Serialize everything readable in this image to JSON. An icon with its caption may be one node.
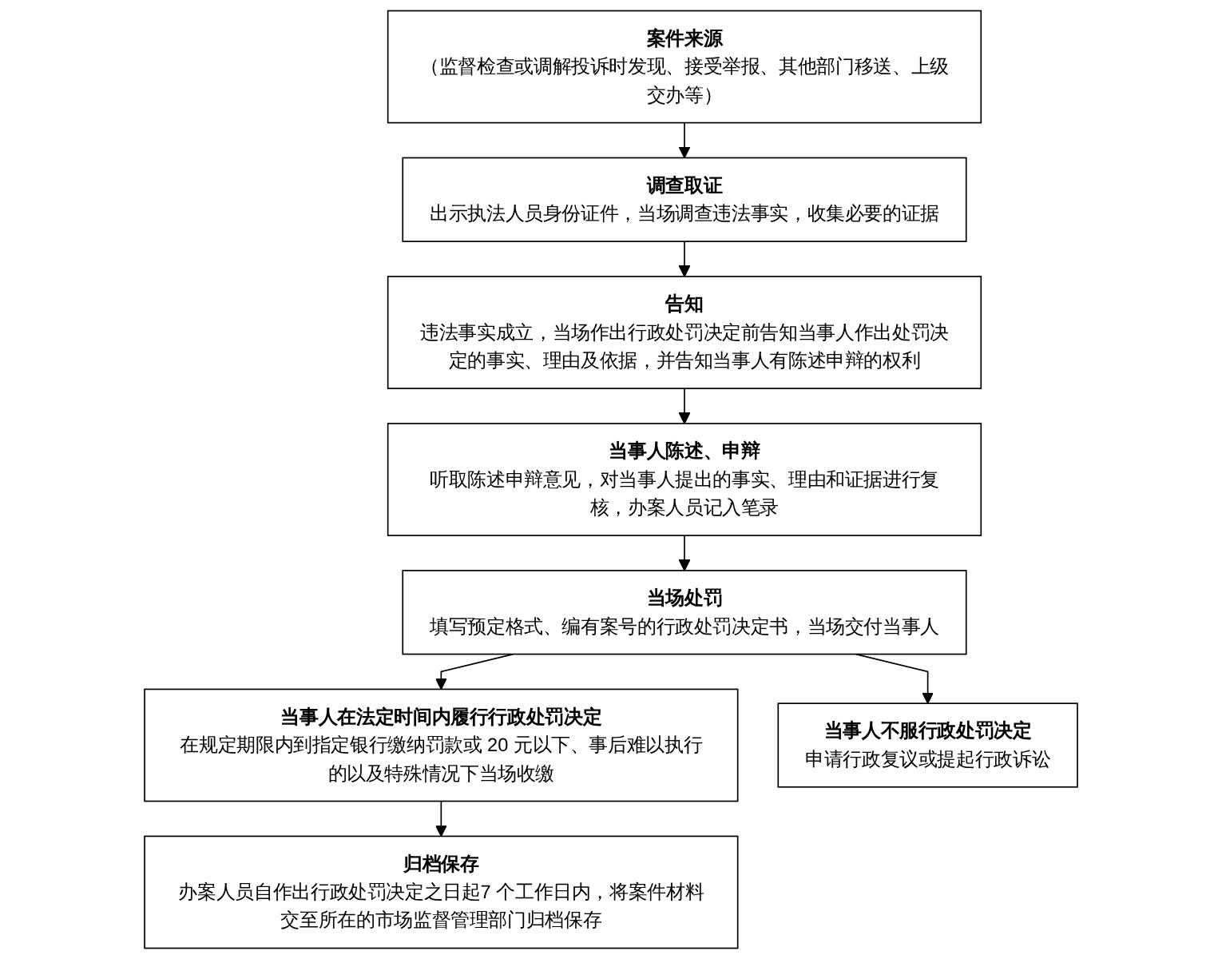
{
  "diagram": {
    "nodes": [
      {
        "text": [
          "案件来源",
          "（监督检查或调解投诉时发现、接受举报、其他部门移送、上级交办等）"
        ]
      },
      {
        "text": [
          "调查取证",
          "出示执法人员身份证件，当场调查违法事实，收集必要的证据"
        ]
      },
      {
        "text": [
          "告知",
          "违法事实成立，当场作出行政处罚决定前告知当事人作出处罚决定的事实、理由及依据，并告知当事人有陈述申辩的权利"
        ]
      },
      {
        "text": [
          "当事人陈述、申辩",
          "听取陈述申辩意见，对当事人提出的事实、理由和证据进行复核，办案人员记入笔录"
        ]
      },
      {
        "text": [
          "当场处罚",
          "填写预定格式、编有案号的行政处罚决定书，当场交付当事人"
        ]
      },
      {
        "text": [
          "当事人在法定时间内履行行政处罚决定",
          "在规定期限内到指定银行缴纳罚款或 20 元以下、事后难以执行的以及特殊情况下当场收缴"
        ]
      },
      {
        "text": [
          "当事人不服行政处罚决定",
          "申请行政复议或提起行政诉讼"
        ]
      },
      {
        "text": [
          "归档保存",
          "办案人员自作出行政处罚决定之日起7 个工作日内，将案件材料交至所在的市场监督管理部门归档保存"
        ]
      }
    ],
    "edges": [
      {
        "from": 0,
        "to": 1,
        "arrow": "to"
      },
      {
        "from": 1,
        "to": 2,
        "arrow": "to"
      },
      {
        "from": 2,
        "to": 3,
        "arrow": "to"
      },
      {
        "from": 3,
        "to": 4,
        "arrow": "to"
      },
      {
        "from": 4,
        "to": 5,
        "arrow": "to"
      },
      {
        "from": 4,
        "to": 6,
        "arrow": "to"
      },
      {
        "from": 5,
        "to": 7,
        "arrow": "to"
      }
    ]
  }
}
